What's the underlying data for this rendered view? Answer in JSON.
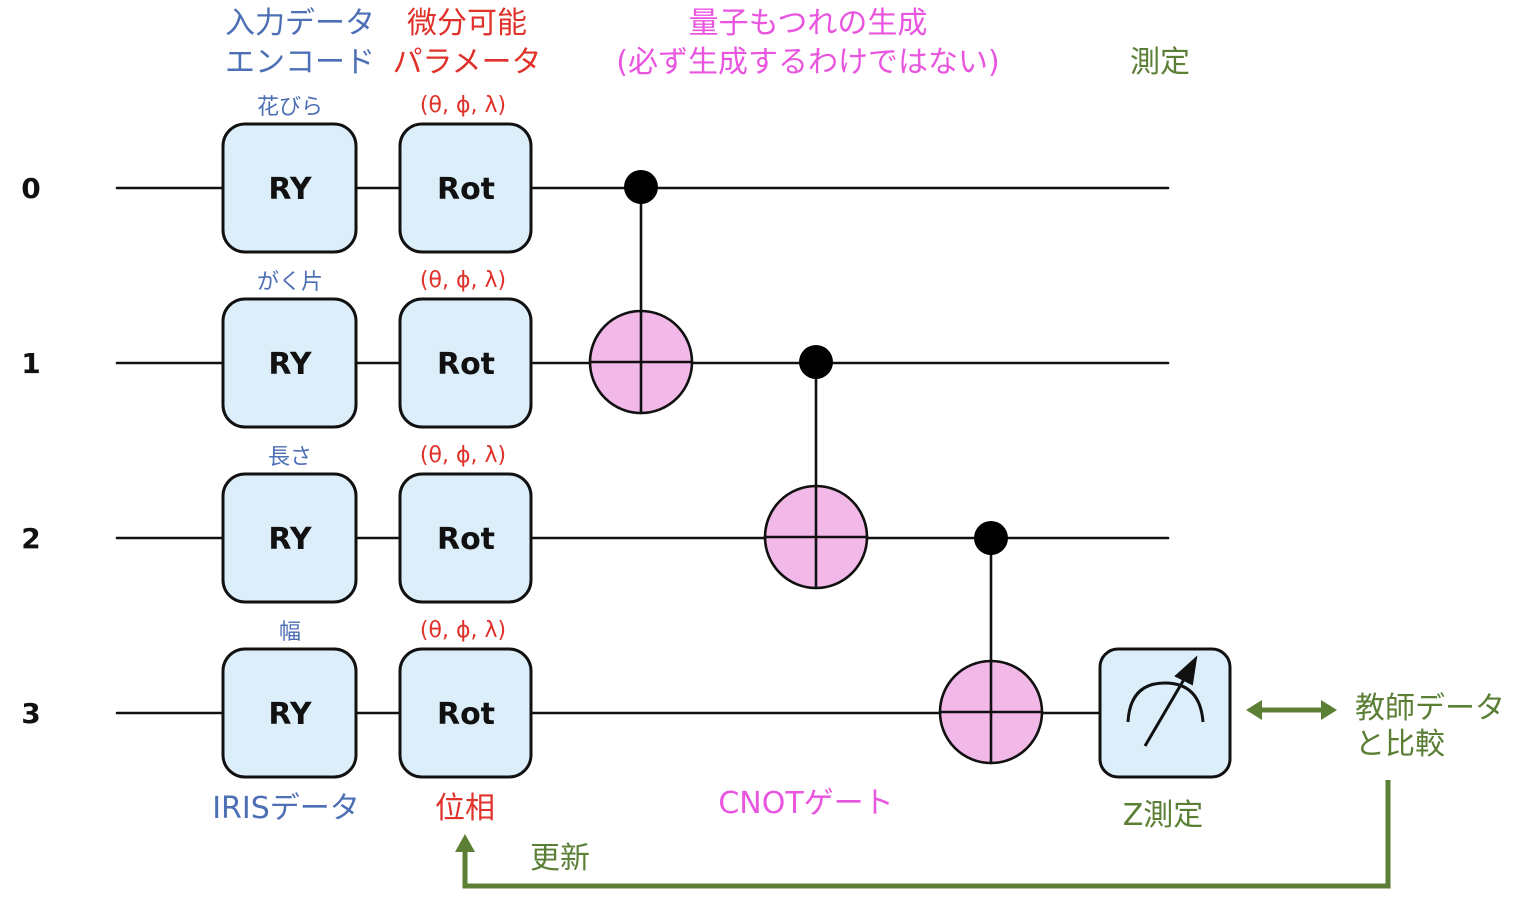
{
  "headers": {
    "input_encode": [
      "入力データ",
      "エンコード"
    ],
    "diff_params": [
      "微分可能",
      "パラメータ"
    ],
    "entangle": [
      "量子もつれの生成",
      "(必ず生成するわけではない)"
    ],
    "measure": "測定"
  },
  "qubits": [
    "0",
    "1",
    "2",
    "3"
  ],
  "features": [
    "花びら",
    "がく片",
    "長さ",
    "幅"
  ],
  "param_label": "(θ, ϕ, λ)",
  "gate_ry": "RY",
  "gate_rot": "Rot",
  "bottom": {
    "iris": "IRISデータ",
    "phase": "位相",
    "cnot": "CNOTゲート",
    "z_measure": "Z測定",
    "update": "更新"
  },
  "compare": [
    "教師データ",
    "と比較"
  ],
  "colors": {
    "blue": "#4c6fb5",
    "red": "#e0322b",
    "pink": "#ea55e0",
    "green": "#5a7f35",
    "gate_fill": "#dbeefa",
    "target_fill": "#f2b8e8"
  }
}
